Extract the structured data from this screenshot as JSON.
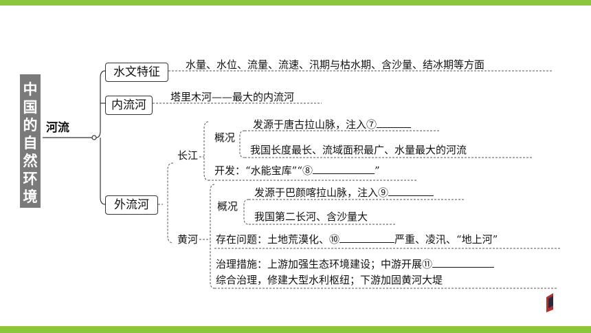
{
  "side_label": [
    "中",
    "国",
    "的",
    "自",
    "然",
    "环",
    "境"
  ],
  "root": "河流",
  "branches": {
    "hydrology": {
      "label": "水文特征",
      "text": "水量、水位、流量、流速、汛期与枯水期、含沙量、结冰期等方面"
    },
    "inland": {
      "label": "内流河",
      "text": "塔里木河——最大的内流河"
    },
    "outflow": {
      "label": "外流河",
      "yangtze": {
        "label": "长江",
        "overview_label": "概况",
        "line1": "发源于唐古拉山脉，注入⑦",
        "line2": "我国长度最长、流域面积最广、水量最大的河流",
        "dev_prefix": "开发：“水能宝库”“⑧",
        "dev_suffix": "”"
      },
      "yellow": {
        "label": "黄河",
        "overview_label": "概况",
        "line1": "发源于巴颜喀拉山脉，注入⑨",
        "line2": "我国第二长河、含沙量大",
        "problem_prefix": "存在问题：土地荒漠化、⑩",
        "problem_suffix": "严重、凌汛、“地上河”",
        "measures_line1": "治理措施：上游加强生态环境建设；中游开展⑪",
        "measures_line2": "综合治理，修建大型水利枢纽；下游加固黄河大堤"
      }
    }
  },
  "colors": {
    "accent_bar": "#8cc63f",
    "side_label_bg": "#7a7a7a"
  }
}
